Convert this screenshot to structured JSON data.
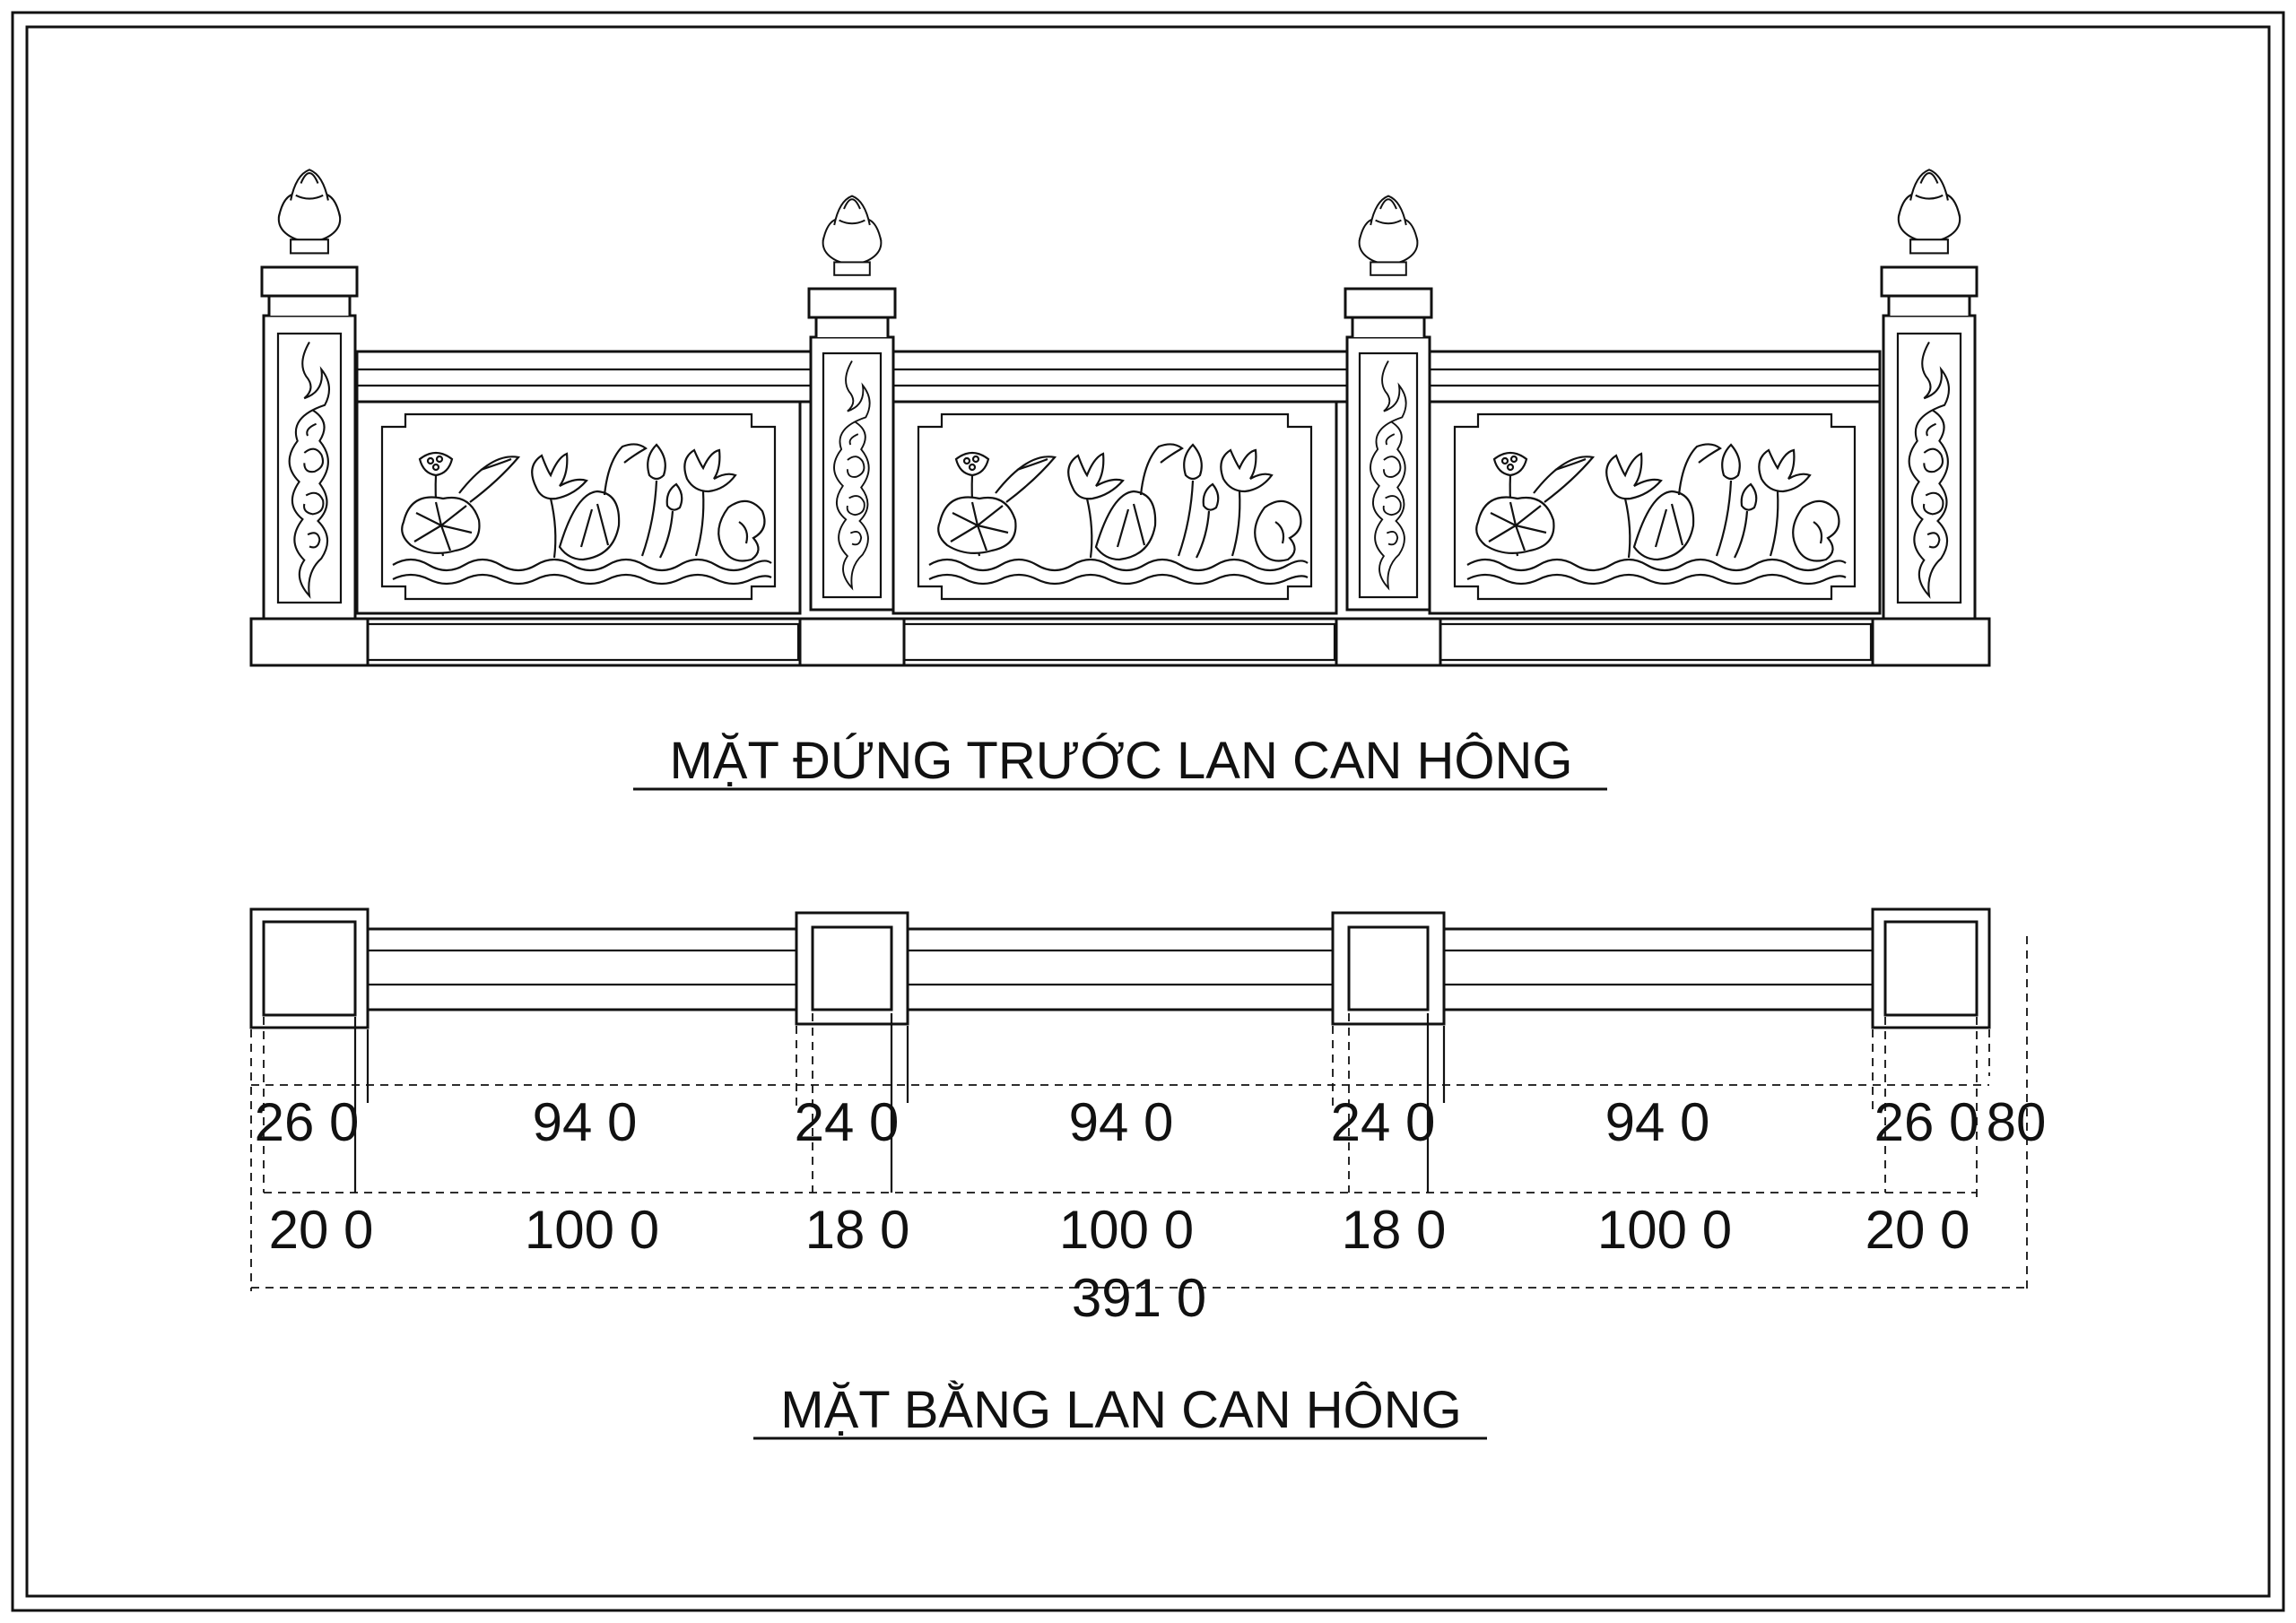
{
  "elevation": {
    "title": "MẶT ĐỨNG TRƯỚC LAN CAN HÔNG"
  },
  "plan": {
    "title": "MẶT BẰNG LAN CAN HÔNG",
    "dims_row1": [
      "26 0",
      "94 0",
      "24 0",
      "94 0",
      "24 0",
      "94 0",
      "26 0",
      "80"
    ],
    "dims_row2": [
      "20 0",
      "100 0",
      "18 0",
      "100 0",
      "18 0",
      "100 0",
      "20 0"
    ],
    "total": "391 0"
  },
  "colors": {
    "line": "#111111",
    "rail_fill": "#dedede",
    "paper": "#ffffff"
  }
}
